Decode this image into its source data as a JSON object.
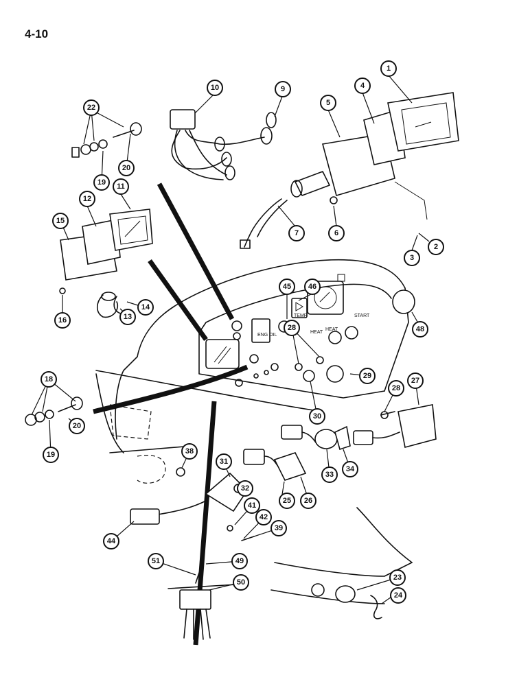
{
  "page": {
    "number": "4-10"
  },
  "panel_labels": {
    "heat": "HEAT",
    "heat_b": "HEAT",
    "start": "START",
    "eng_oil": "ENG OIL",
    "temp": "TEMP"
  },
  "callouts": [
    "1",
    "2",
    "3",
    "4",
    "5",
    "6",
    "7",
    "9",
    "10",
    "11",
    "12",
    "13",
    "14",
    "15",
    "16",
    "18",
    "19",
    "20",
    "22",
    "19",
    "20",
    "23",
    "24",
    "25",
    "26",
    "27",
    "28",
    "28",
    "29",
    "30",
    "31",
    "32",
    "33",
    "34",
    "38",
    "39",
    "41",
    "42",
    "44",
    "45",
    "46",
    "48",
    "49",
    "50",
    "51"
  ]
}
